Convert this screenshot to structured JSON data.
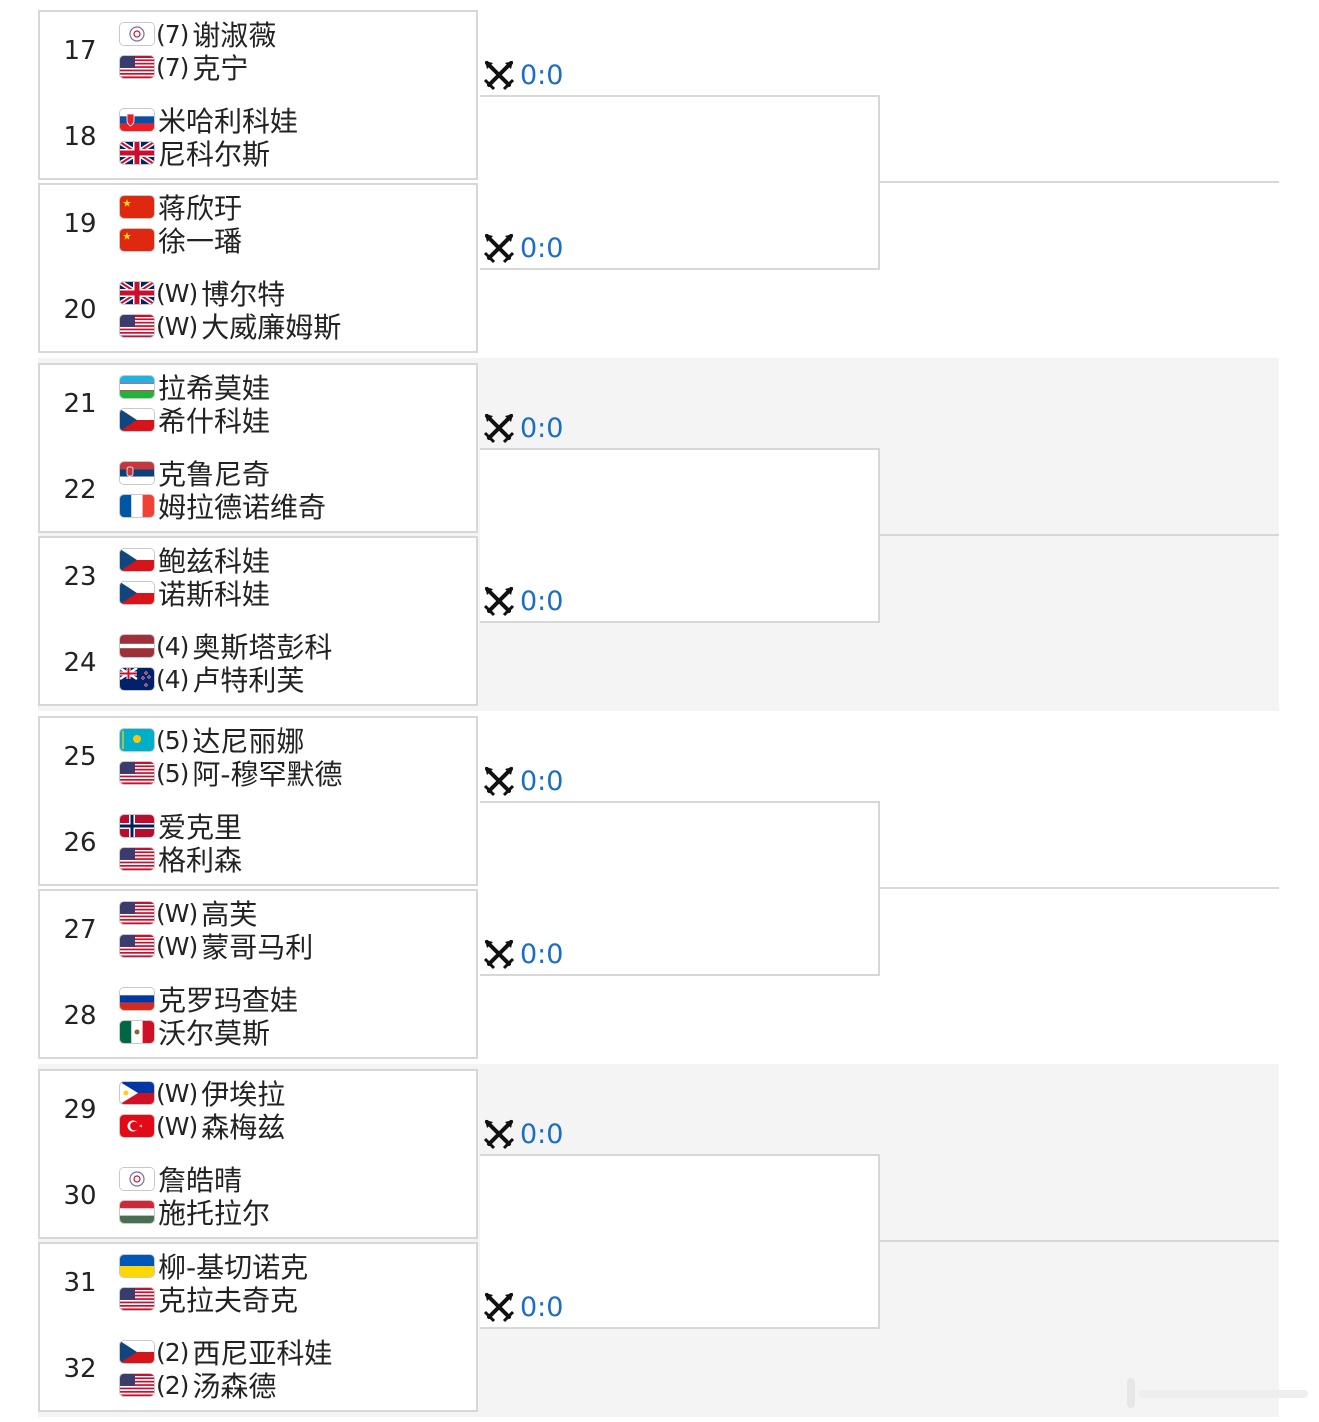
{
  "colors": {
    "score": "#1a6fc4",
    "border": "#d7d7d7",
    "band_grey": "#f4f4f4"
  },
  "icons": {
    "match": "crossed-swords-icon"
  },
  "slots": [
    {
      "num": "17",
      "p1": {
        "flag": "tpe",
        "seed": "(7)",
        "name": "谢淑薇"
      },
      "p2": {
        "flag": "usa",
        "seed": "(7)",
        "name": "克宁"
      }
    },
    {
      "num": "18",
      "p1": {
        "flag": "svk",
        "seed": "",
        "name": "米哈利科娃"
      },
      "p2": {
        "flag": "gbr",
        "seed": "",
        "name": "尼科尔斯"
      }
    },
    {
      "num": "19",
      "p1": {
        "flag": "chn",
        "seed": "",
        "name": "蒋欣玗"
      },
      "p2": {
        "flag": "chn",
        "seed": "",
        "name": "徐一璠"
      }
    },
    {
      "num": "20",
      "p1": {
        "flag": "gbr",
        "seed": "(W)",
        "name": "博尔特"
      },
      "p2": {
        "flag": "usa",
        "seed": "(W)",
        "name": "大威廉姆斯"
      }
    },
    {
      "num": "21",
      "p1": {
        "flag": "uzb",
        "seed": "",
        "name": "拉希莫娃"
      },
      "p2": {
        "flag": "cze",
        "seed": "",
        "name": "希什科娃"
      }
    },
    {
      "num": "22",
      "p1": {
        "flag": "srb",
        "seed": "",
        "name": "克鲁尼奇"
      },
      "p2": {
        "flag": "fra",
        "seed": "",
        "name": "姆拉德诺维奇"
      }
    },
    {
      "num": "23",
      "p1": {
        "flag": "cze",
        "seed": "",
        "name": "鲍兹科娃"
      },
      "p2": {
        "flag": "cze",
        "seed": "",
        "name": "诺斯科娃"
      }
    },
    {
      "num": "24",
      "p1": {
        "flag": "lat",
        "seed": "(4)",
        "name": "奥斯塔彭科"
      },
      "p2": {
        "flag": "nzl",
        "seed": "(4)",
        "name": "卢特利芙"
      }
    },
    {
      "num": "25",
      "p1": {
        "flag": "kaz",
        "seed": "(5)",
        "name": "达尼丽娜"
      },
      "p2": {
        "flag": "usa",
        "seed": "(5)",
        "name": "阿-穆罕默德"
      }
    },
    {
      "num": "26",
      "p1": {
        "flag": "nor",
        "seed": "",
        "name": "爱克里"
      },
      "p2": {
        "flag": "usa",
        "seed": "",
        "name": "格利森"
      }
    },
    {
      "num": "27",
      "p1": {
        "flag": "usa",
        "seed": "(W)",
        "name": "高芙"
      },
      "p2": {
        "flag": "usa",
        "seed": "(W)",
        "name": "蒙哥马利"
      }
    },
    {
      "num": "28",
      "p1": {
        "flag": "rus",
        "seed": "",
        "name": "克罗玛查娃"
      },
      "p2": {
        "flag": "mex",
        "seed": "",
        "name": "沃尔莫斯"
      }
    },
    {
      "num": "29",
      "p1": {
        "flag": "phi",
        "seed": "(W)",
        "name": "伊埃拉"
      },
      "p2": {
        "flag": "tur",
        "seed": "(W)",
        "name": "森梅兹"
      }
    },
    {
      "num": "30",
      "p1": {
        "flag": "tpe",
        "seed": "",
        "name": "詹皓晴"
      },
      "p2": {
        "flag": "hun",
        "seed": "",
        "name": "施托拉尔"
      }
    },
    {
      "num": "31",
      "p1": {
        "flag": "ukr",
        "seed": "",
        "name": "柳-基切诺克"
      },
      "p2": {
        "flag": "usa",
        "seed": "",
        "name": "克拉夫奇克"
      }
    },
    {
      "num": "32",
      "p1": {
        "flag": "cze",
        "seed": "(2)",
        "name": "西尼亚科娃"
      },
      "p2": {
        "flag": "usa",
        "seed": "(2)",
        "name": "汤森德"
      }
    }
  ],
  "scores": [
    "0:0",
    "0:0",
    "0:0",
    "0:0",
    "0:0",
    "0:0",
    "0:0",
    "0:0"
  ]
}
